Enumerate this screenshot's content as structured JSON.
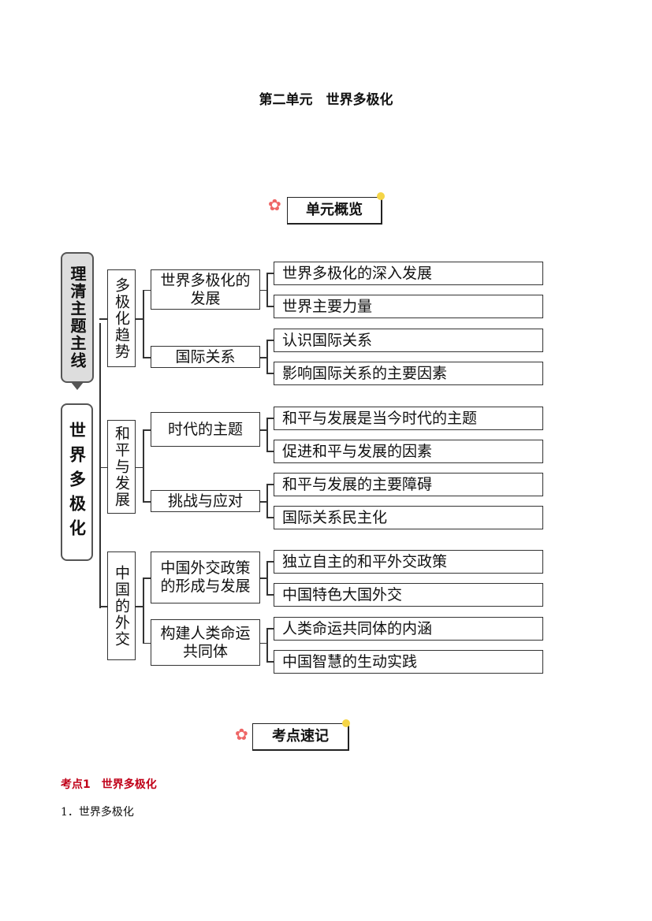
{
  "title": "第二单元　世界多极化",
  "overview_badge": "单元概览",
  "side_labels": {
    "theme": "理清主题主线",
    "unit": "世界多极化"
  },
  "tree": [
    {
      "label": "多极化趋势",
      "children": [
        {
          "label": "世界多极化的发展",
          "children": [
            "世界多极化的深入发展",
            "世界主要力量"
          ]
        },
        {
          "label": "国际关系",
          "children": [
            "认识国际关系",
            "影响国际关系的主要因素"
          ]
        }
      ]
    },
    {
      "label": "和平与发展",
      "children": [
        {
          "label": "时代的主题",
          "children": [
            "和平与发展是当今时代的主题",
            "促进和平与发展的因素"
          ]
        },
        {
          "label": "挑战与应对",
          "children": [
            "和平与发展的主要障碍",
            "国际关系民主化"
          ]
        }
      ]
    },
    {
      "label": "中国的外交",
      "children": [
        {
          "label": "中国外交政策的形成与发展",
          "children": [
            "独立自主的和平外交政策",
            "中国特色大国外交"
          ]
        },
        {
          "label": "构建人类命运共同体",
          "children": [
            "人类命运共同体的内涵",
            "中国智慧的生动实践"
          ]
        }
      ]
    }
  ],
  "keypoints_badge": "考点速记",
  "section_heading": "考点1　世界多极化",
  "item_1": "1．世界多极化"
}
